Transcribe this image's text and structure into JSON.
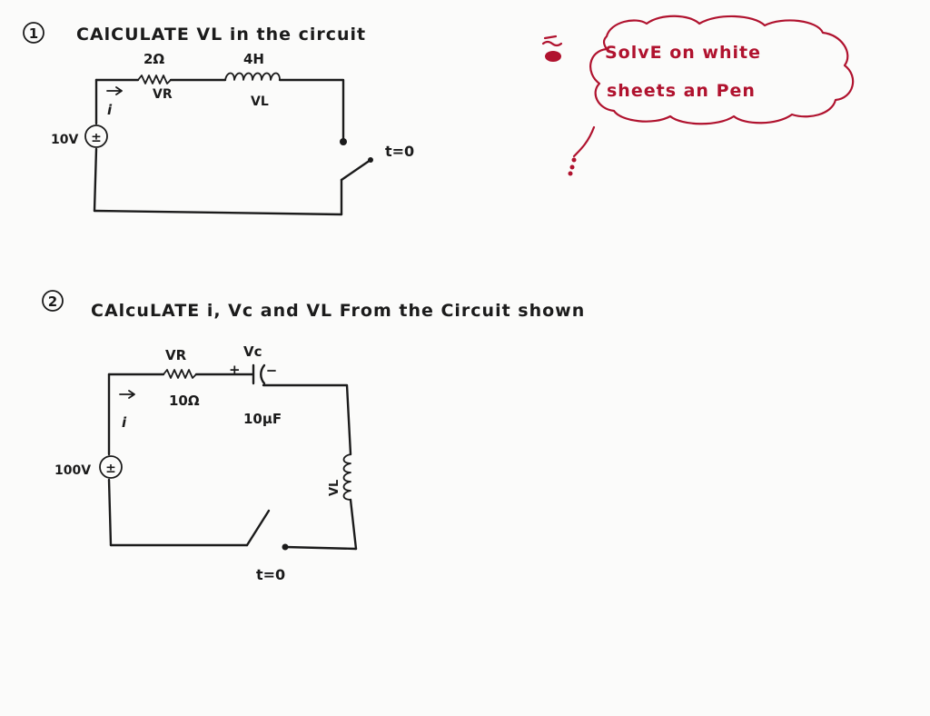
{
  "problem1": {
    "number": "1",
    "statement": "CAlCULATE VL in the circuit",
    "resistor": {
      "value": "2Ω",
      "voltage_label": "VR"
    },
    "inductor": {
      "value": "4H",
      "voltage_label": "VL"
    },
    "current_label": "i",
    "source": {
      "value": "10V",
      "polarity": "±"
    },
    "switch_label": "t=0"
  },
  "note": {
    "text_line1": "SolvE on white",
    "text_line2": "sheets an Pen",
    "color": "#b0122e"
  },
  "problem2": {
    "number": "2",
    "statement": "CAlcuLATE i, Vc and VL From the Circuit shown",
    "resistor": {
      "value": "10Ω",
      "voltage_label": "VR"
    },
    "capacitor": {
      "value": "10μF",
      "voltage_label": "Vc",
      "polarity": "+"
    },
    "current_label": "i",
    "source": {
      "value": "100V",
      "polarity": "±"
    },
    "inductor_label": "VL",
    "switch_label": "t=0"
  }
}
